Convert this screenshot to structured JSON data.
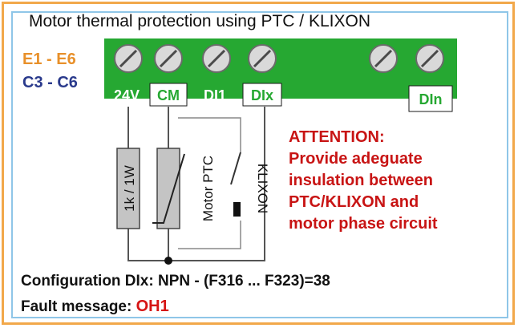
{
  "title": "Motor thermal protection using PTC / KLIXON",
  "series": [
    {
      "label": "E1 - E6",
      "color": "#e8902a"
    },
    {
      "label": "C3 - C6",
      "color": "#2a3a8c"
    }
  ],
  "terminals": [
    "24V",
    "CM",
    "DI1",
    "DIx",
    "DIn"
  ],
  "components": {
    "resistor": "1k / 1W",
    "ptc": "Motor PTC",
    "klixon": "KLIXON"
  },
  "attention": [
    "ATTENTION:",
    "Provide adeguate",
    "insulation between",
    "PTC/KLIXON and",
    "motor phase circuit"
  ],
  "configuration_label": "Configuration DIx: NPN - (F316 ... F323)=38",
  "fault": {
    "prefix": "Fault message:",
    "code": "OH1"
  },
  "colors": {
    "terminal_block": "#26a832",
    "screw": "#e2e2e2",
    "attention_text": "#c81414",
    "outer_frame": "#f2a84a",
    "inner_frame": "#8fc6e8"
  }
}
